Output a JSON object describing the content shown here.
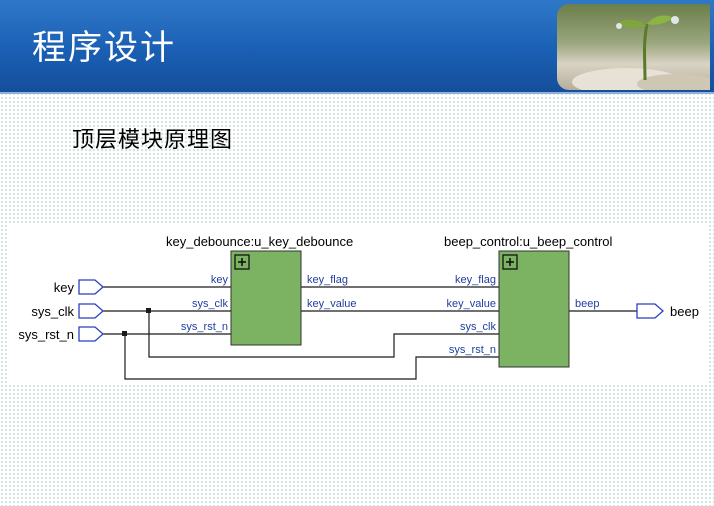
{
  "slide": {
    "title": "程序设计",
    "subtitle": "顶层模块原理图"
  },
  "header_image": {
    "icon": "sprout-photo"
  },
  "diagram": {
    "top_inputs": [
      "key",
      "sys_clk",
      "sys_rst_n"
    ],
    "top_output": "beep",
    "modules": [
      {
        "instance": "key_debounce:u_key_debounce",
        "inputs": [
          "key",
          "sys_clk",
          "sys_rst_n"
        ],
        "outputs": [
          "key_flag",
          "key_value"
        ]
      },
      {
        "instance": "beep_control:u_beep_control",
        "inputs": [
          "key_flag",
          "key_value",
          "sys_clk",
          "sys_rst_n"
        ],
        "outputs": [
          "beep"
        ]
      }
    ],
    "colors": {
      "module_fill": "#7cb362",
      "port": "#2e3fbf",
      "wire": "#1a1a1a"
    }
  }
}
